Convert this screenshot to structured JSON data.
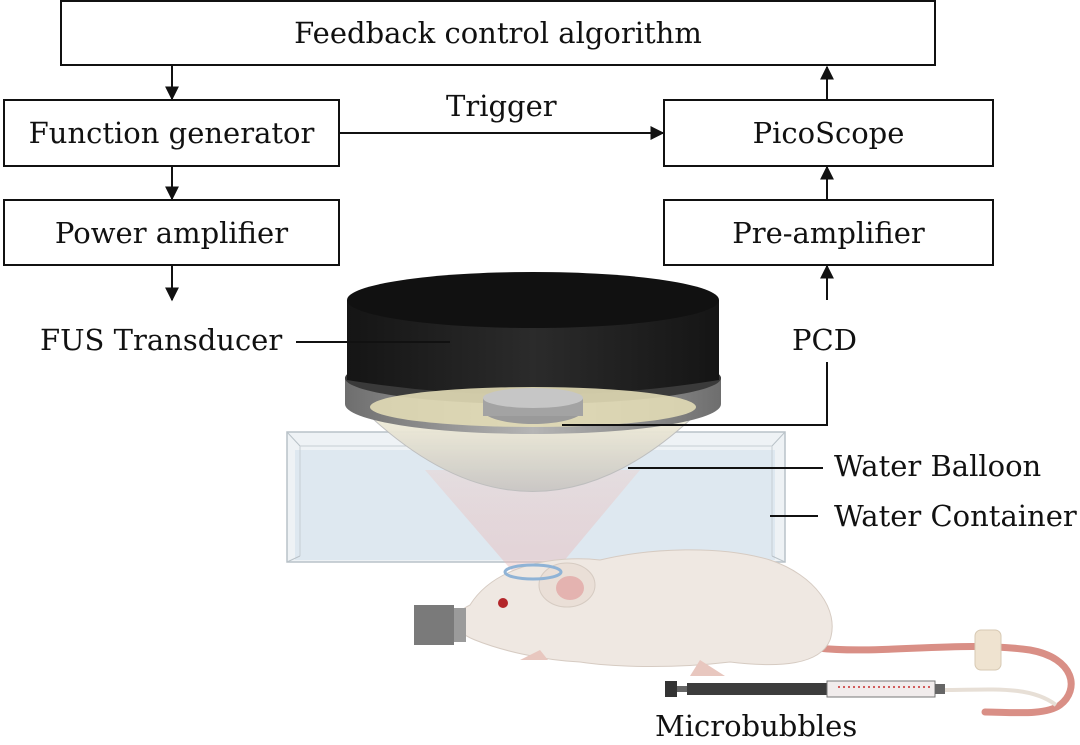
{
  "diagram": {
    "boxes": {
      "feedback": "Feedback control algorithm",
      "function_generator": "Function generator",
      "power_amplifier": "Power amplifier",
      "picoscope": "PicoScope",
      "pre_amplifier": "Pre-amplifier"
    },
    "labels": {
      "trigger": "Trigger",
      "fus_transducer": "FUS Transducer",
      "pcd": "PCD",
      "water_balloon": "Water Balloon",
      "water_container": "Water Container",
      "microbubbles": "Microbubbles"
    },
    "colors": {
      "line": "#111111",
      "transducer_top": "#1f1f1f",
      "transducer_ring": "#8a8a8a",
      "water": "#dbe6ee",
      "mouse": "#efe8e2",
      "tail": "#d98f86"
    }
  }
}
